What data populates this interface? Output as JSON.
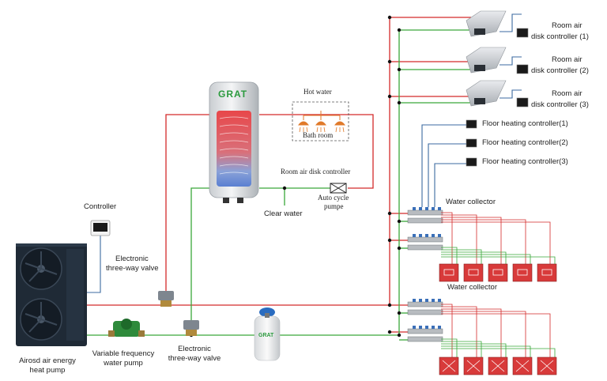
{
  "labels": {
    "heat_pump_line1": "Airosd air energy",
    "heat_pump_line2": "heat pump",
    "controller": "Controller",
    "valve_top_line1": "Electronic",
    "valve_top_line2": "three-way valve",
    "pump_line1": "Variable frequency",
    "pump_line2": "water pump",
    "valve_bottom_line1": "Electronic",
    "valve_bottom_line2": "three-way valve",
    "hot_water": "Hot water",
    "bath_room": "Bath room",
    "room_air_disk_controller": "Room air disk controller",
    "auto_cycle_line1": "Auto cycle",
    "auto_cycle_line2": "pumpe",
    "clear_water": "Clear water",
    "water_collector_top": "Water collector",
    "water_collector_bottom": "Water collector",
    "room_air_1_line1": "Room air",
    "room_air_1_line2": "disk controller  (1)",
    "room_air_2_line1": "Room air",
    "room_air_2_line2": "disk controller  (2)",
    "room_air_3_line1": "Room air",
    "room_air_3_line2": "disk controller  (3)",
    "floor_heating_1": "Floor heating controller(1)",
    "floor_heating_2": "Floor heating controller(2)",
    "floor_heating_3": "Floor heating controller(3)",
    "tank_brand": "GRAT",
    "expansion_tank_brand": "GRAT"
  },
  "colors": {
    "hot_pipe": "#d42a2a",
    "cold_pipe": "#3aa83a",
    "control_wire": "#3b6aa0",
    "heat_pump_body": "#1f2a36",
    "radiator": "#d83a3a",
    "brand_green": "#2b9a3e"
  }
}
